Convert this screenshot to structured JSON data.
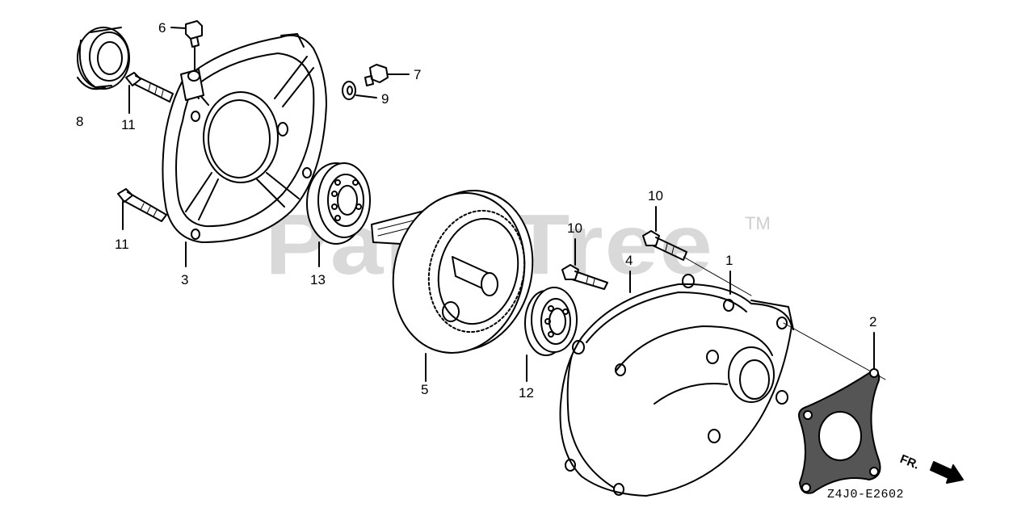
{
  "watermark": {
    "text": "PartsTree",
    "trademark": "TM"
  },
  "diagram_code": "Z4J0-E2602",
  "front_label": "FR.",
  "callouts": {
    "c1": "1",
    "c2": "2",
    "c3": "3",
    "c4": "4",
    "c5": "5",
    "c6": "6",
    "c7": "7",
    "c8": "8",
    "c9": "9",
    "c10a": "10",
    "c10b": "10",
    "c11a": "11",
    "c11b": "11",
    "c12": "12",
    "c13": "13"
  },
  "colors": {
    "line": "#000000",
    "watermark": "#d9d9d9",
    "background": "#ffffff"
  }
}
